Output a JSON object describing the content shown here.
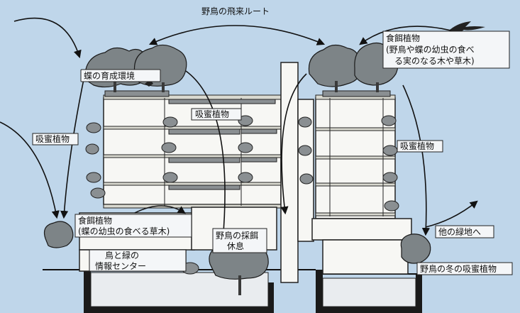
{
  "labels": {
    "flight_route": "野鳥の飛来ルート",
    "butterfly_habitat": "蝶の育成環境",
    "nectar_plants_center": "吸蜜植物",
    "nectar_plants_left": "吸蜜植物",
    "nectar_plants_right": "吸蜜植物",
    "food_plants_top_title": "食餌植物",
    "food_plants_top_line1": "(野鳥や蝶の幼虫の食べ",
    "food_plants_top_line2": "る実のなる木や草木)",
    "food_plants_bottom_title": "食餌植物",
    "food_plants_bottom_desc": "(蝶の幼虫の食べる草木)",
    "birds_feeding_line1": "野鳥の採餌",
    "birds_feeding_line2": "休息",
    "info_center_line1": "鳥と緑の",
    "info_center_line2": "情報センター",
    "other_green_areas": "他の緑地へ",
    "winter_nectar_plants": "野鳥の冬の吸蜜植物"
  },
  "colors": {
    "background": "#bfd6ea",
    "ink": "#111111",
    "foliage": "#7d8487"
  },
  "icons": [
    "flying-bird-icon",
    "perched-bird-icon"
  ]
}
